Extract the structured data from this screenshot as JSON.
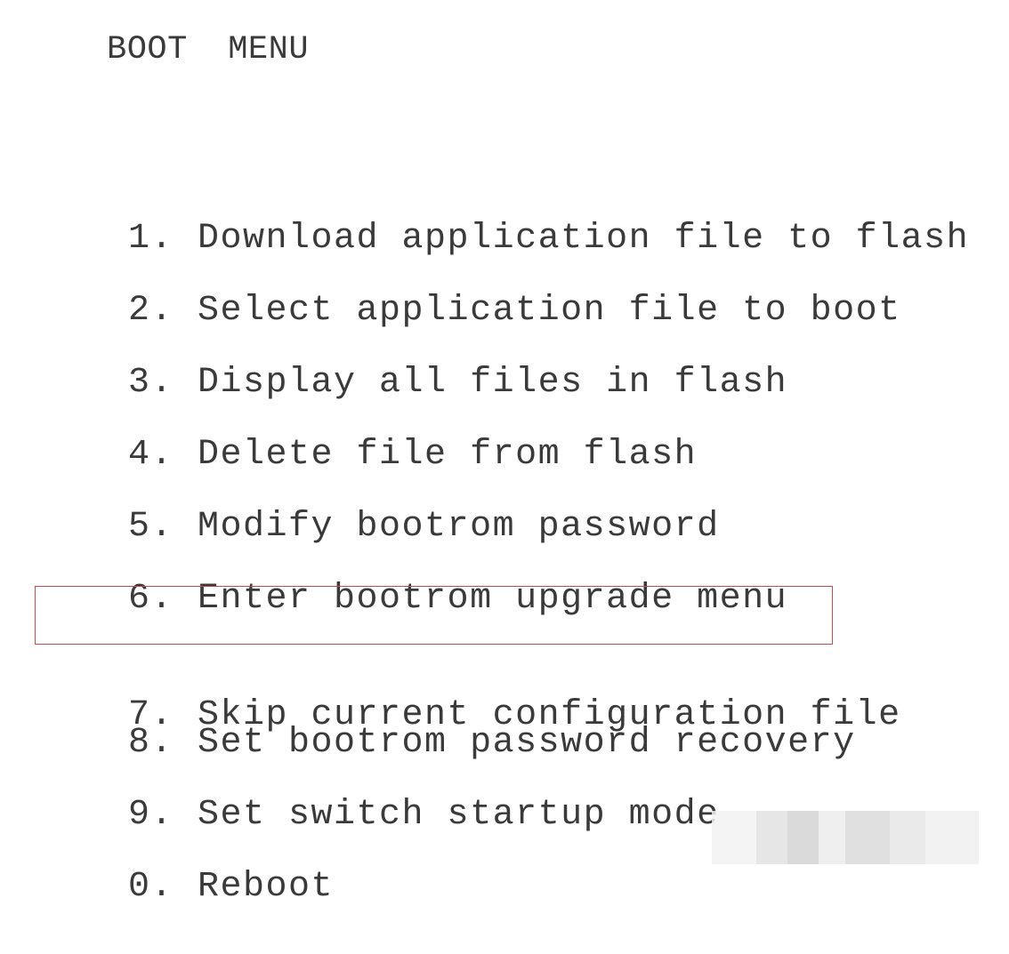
{
  "title": "BOOT  MENU",
  "menu": {
    "items": [
      {
        "number": "1.",
        "label": "Download application file to flash"
      },
      {
        "number": "2.",
        "label": "Select application file to boot"
      },
      {
        "number": "3.",
        "label": "Display all files in flash"
      },
      {
        "number": "4.",
        "label": "Delete file from flash"
      },
      {
        "number": "5.",
        "label": "Modify bootrom password"
      },
      {
        "number": "6.",
        "label": "Enter bootrom upgrade menu"
      },
      {
        "number": "7.",
        "label": "Skip current configuration file"
      },
      {
        "number": "8.",
        "label": "Set bootrom password recovery"
      },
      {
        "number": "9.",
        "label": "Set switch startup mode"
      },
      {
        "number": "0.",
        "label": "Reboot"
      }
    ],
    "highlighted_index": 6,
    "highlight_color": "#c0504d"
  },
  "colors": {
    "text": "#3a3a3a",
    "background": "#ffffff"
  }
}
